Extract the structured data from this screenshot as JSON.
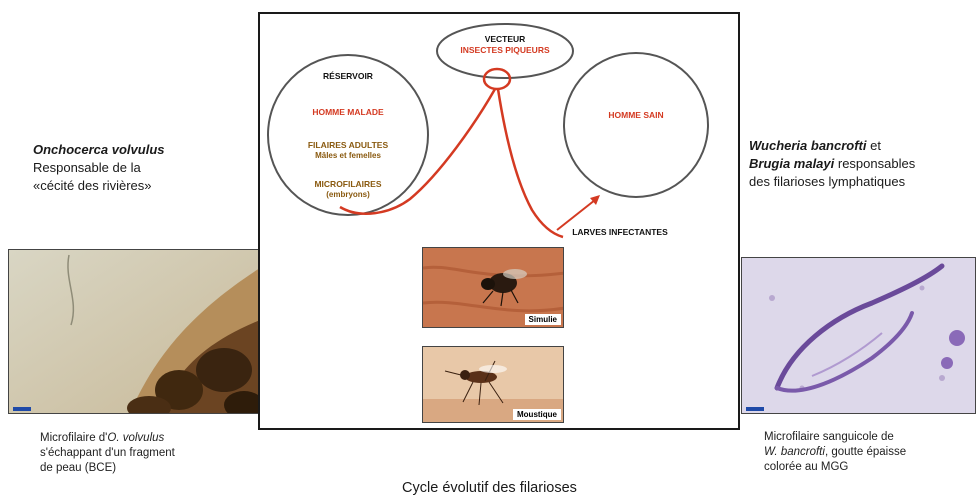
{
  "left_panel": {
    "species": "Onchocerca volvulus",
    "desc_line1": "Responsable de la",
    "desc_line2": "«cécité des rivières»",
    "caption_pre": "Microfilaire d'",
    "caption_italic": "O. volvulus",
    "caption_line2": "s'échappant d'un fragment",
    "caption_line3": "de peau (BCE)"
  },
  "right_panel": {
    "species1": "Wucheria bancrofti",
    "connector": " et",
    "species2": "Brugia malayi",
    "desc_rest": " responsables",
    "desc_line3": "des filarioses  lymphatiques",
    "caption_line1": "Microfilaire sanguicole de",
    "caption_italic": "W. bancrofti",
    "caption_line2_rest": ", goutte épaisse",
    "caption_line3": "colorée au MGG"
  },
  "diagram": {
    "vecteur_title": "VECTEUR",
    "vecteur_subtitle": "INSECTES PIQUEURS",
    "reservoir_title": "RÉSERVOIR",
    "homme_malade": "HOMME MALADE",
    "filaires_adultes": "FILAIRES ADULTES",
    "males_femelles": "Mâles et femelles",
    "microfilaires": "MICROFILAIRES",
    "embryons": "(embryons)",
    "homme_sain": "HOMME SAIN",
    "larves": "LARVES INFECTANTES",
    "photo1_label": "Simulie",
    "photo2_label": "Moustique"
  },
  "title": "Cycle évolutif des filarioses",
  "colors": {
    "accent_red": "#d43a22",
    "brown": "#8a5a10"
  }
}
